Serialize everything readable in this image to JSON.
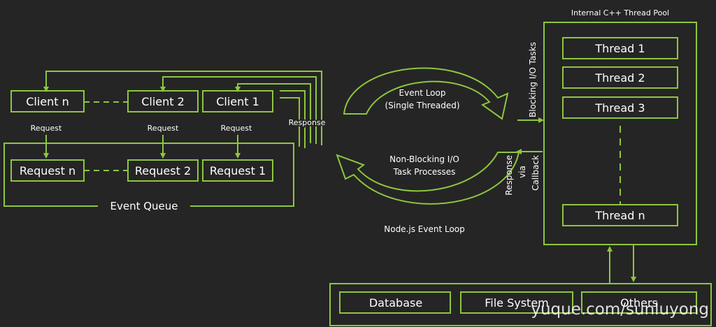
{
  "clients": [
    "Client n",
    "Client 2",
    "Client 1"
  ],
  "requests": [
    "Request n",
    "Request 2",
    "Request 1"
  ],
  "request_label": "Request",
  "response_label": "Response",
  "event_queue": "Event Queue",
  "event_loop": {
    "line1": "Event Loop",
    "line2": "(Single Threaded)"
  },
  "non_blocking": {
    "line1": "Non-Blocking I/O",
    "line2": "Task Processes"
  },
  "node_event_loop": "Node.js Event Loop",
  "blocking_tasks": "Blocking I/O Tasks",
  "response_via_callback": {
    "line1": "Response",
    "line2": "via",
    "line3": "Callback"
  },
  "thread_pool": {
    "title": "Internal C++ Thread Pool",
    "threads": [
      "Thread 1",
      "Thread 2",
      "Thread 3",
      "Thread n"
    ]
  },
  "resources": [
    "Database",
    "File System",
    "Others"
  ],
  "watermark": "yuque.com/sunluyong",
  "colors": {
    "accent": "#8dc63f",
    "background": "#252525",
    "text": "#ffffff"
  }
}
